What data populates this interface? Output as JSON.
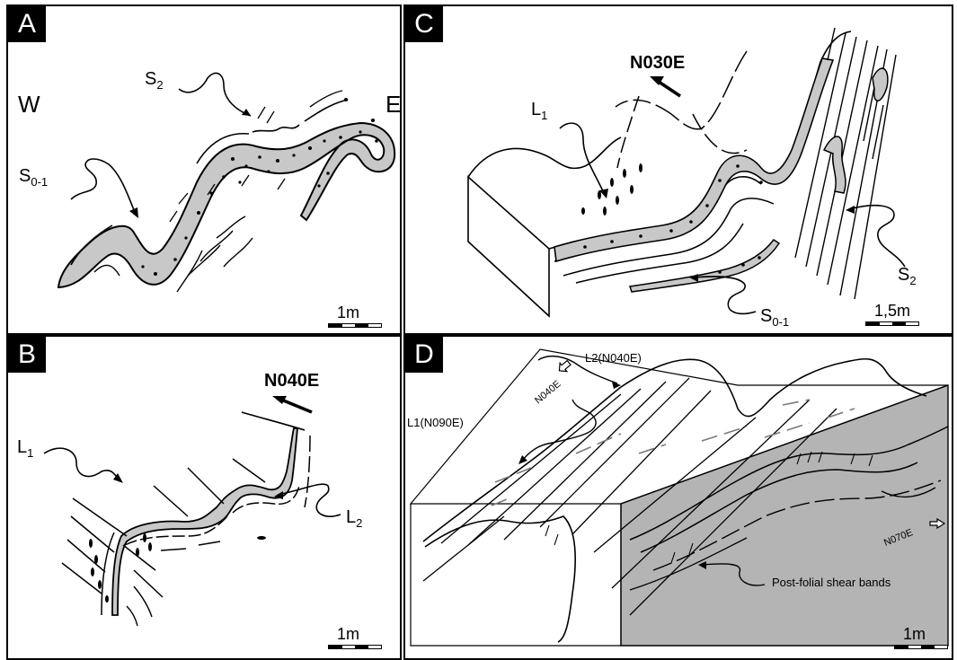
{
  "panels": {
    "A": {
      "label": "A",
      "west": "W",
      "east": "E",
      "s2": "S",
      "s2_sub": "2",
      "s01": "S",
      "s01_sub": "0-1",
      "scale": "1m"
    },
    "B": {
      "label": "B",
      "direction": "N040E",
      "l1": "L",
      "l1_sub": "1",
      "l2": "L",
      "l2_sub": "2",
      "scale": "1m"
    },
    "C": {
      "label": "C",
      "direction": "N030E",
      "l1": "L",
      "l1_sub": "1",
      "s2": "S",
      "s2_sub": "2",
      "s01": "S",
      "s01_sub": "0-1",
      "scale": "1,5m"
    },
    "D": {
      "label": "D",
      "l2": "L2(N040E)",
      "n040e": "N040E",
      "l1": "L1(N090E)",
      "n070e": "N070E",
      "shear": "Post-folial shear bands",
      "scale": "1m"
    }
  },
  "colors": {
    "layer_fill": "#c8c8c8",
    "face_fill": "#b4b4b4",
    "ink": "#000000"
  }
}
